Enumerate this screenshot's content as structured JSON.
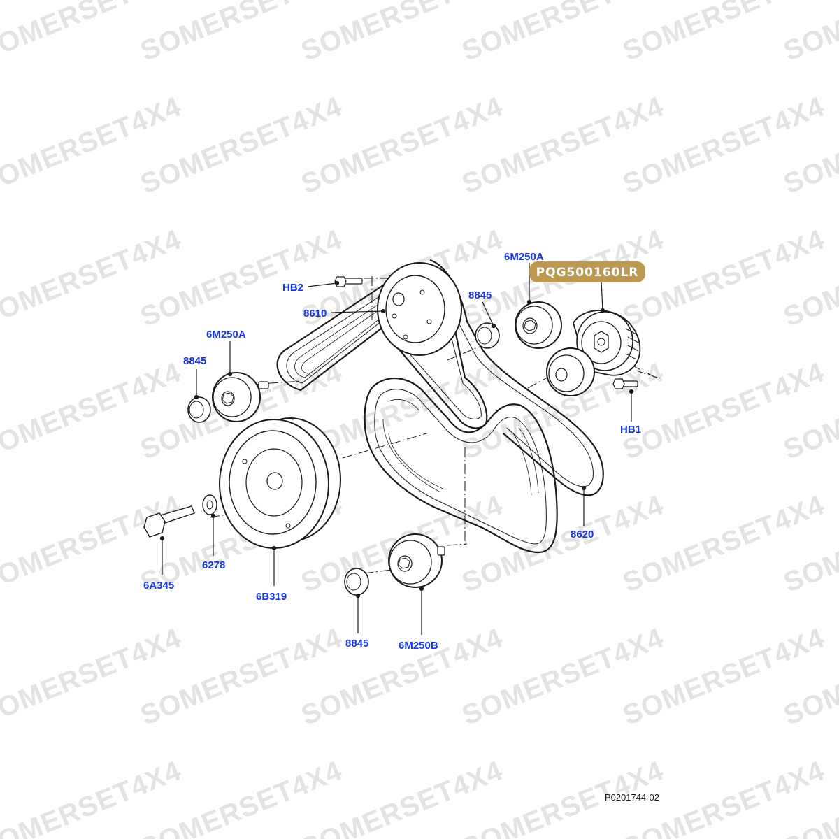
{
  "watermark": {
    "text": "SOMERSET4X4",
    "color": "#e3e3e3"
  },
  "colors": {
    "callout": "#1636e6",
    "line": "#1a1a1a",
    "badge_bg": "#bd9a53",
    "badge_text": "#ffffff"
  },
  "part_badge": {
    "text": "PQG500160LR"
  },
  "labels": {
    "hb2": "HB2",
    "l8610": "8610",
    "l6m250a_top": "6M250A",
    "l8845_top": "8845",
    "l6m250a_left": "6M250A",
    "l8845_left": "8845",
    "hb1": "HB1",
    "l8620": "8620",
    "l6a345": "6A345",
    "l6278": "6278",
    "l6b319": "6B319",
    "l8845_bottom": "8845",
    "l6m250b": "6M250B"
  },
  "figure_ref": "P0201744-02"
}
